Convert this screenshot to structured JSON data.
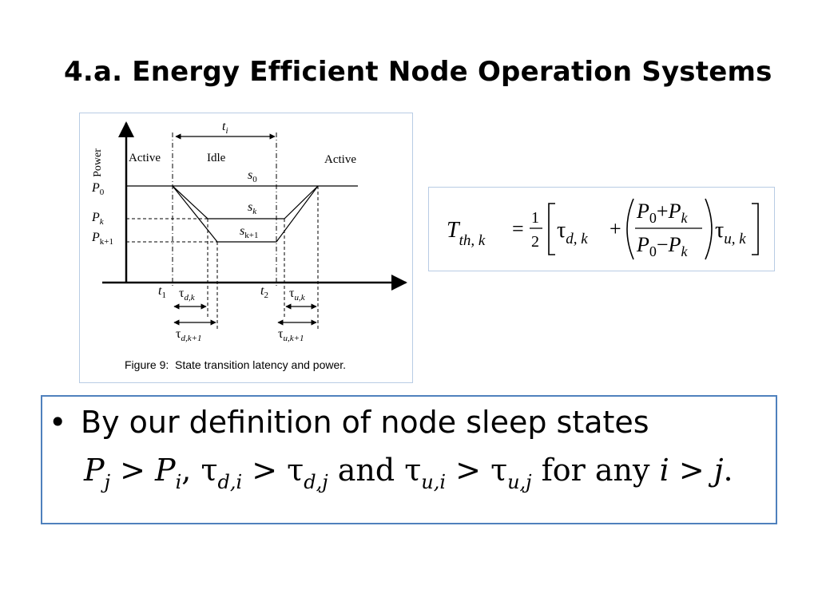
{
  "slide": {
    "title": "4.a. Energy Efficient Node Operation Systems"
  },
  "figure": {
    "axis_y_label": "Power",
    "labels": {
      "t_i": "t",
      "t_i_sub": "i",
      "active_left": "Active",
      "idle": "Idle",
      "active_right": "Active",
      "s0": "s",
      "s0_sub": "0",
      "sk": "s",
      "sk_sub": "k",
      "sk1": "s",
      "sk1_sub": "k+1",
      "p0": "P",
      "p0_sub": "0",
      "pk": "P",
      "pk_sub": "k",
      "pk1": "P",
      "pk1_sub": "k+1",
      "t1": "t",
      "t1_sub": "1",
      "t2": "t",
      "t2_sub": "2",
      "tau_dk": "τ",
      "tau_dk_sub": "d,k",
      "tau_uk": "τ",
      "tau_uk_sub": "u,k",
      "tau_dk1": "τ",
      "tau_dk1_sub": "d,k+1",
      "tau_uk1": "τ",
      "tau_uk1_sub": "u,k+1"
    },
    "caption": "Figure 9:  State transition latency and power."
  },
  "formula": {
    "lhs": "T",
    "lhs_sub": "th, k",
    "equals": "=",
    "half_num": "1",
    "half_den": "2",
    "tau_d": "τ",
    "tau_d_sub": "d, k",
    "plus": "+",
    "num_p0": "P",
    "num_p0_sub": "0",
    "num_op": "+",
    "num_pk": "P",
    "num_pk_sub": "k",
    "den_p0": "P",
    "den_p0_sub": "0",
    "den_op": "−",
    "den_pk": "P",
    "den_pk_sub": "k",
    "tau_u": "τ",
    "tau_u_sub": "u, k"
  },
  "bullet": {
    "marker": "•",
    "text": "By our definition of node sleep states",
    "math": {
      "pj": "P",
      "pj_sub": "j",
      "gt1": " > ",
      "pi": "P",
      "pi_sub": "i",
      "comma": ", ",
      "tdi": "τ",
      "tdi_sub": "d,i",
      "gt2": " > ",
      "tdj": "τ",
      "tdj_sub": "d,j",
      "and": " and ",
      "tui": "τ",
      "tui_sub": "u,i",
      "gt3": " > ",
      "tuj": "τ",
      "tuj_sub": "u,j",
      "for_any": " for any ",
      "i": "i",
      "gt4": " > ",
      "j": "j",
      "period": "."
    }
  }
}
